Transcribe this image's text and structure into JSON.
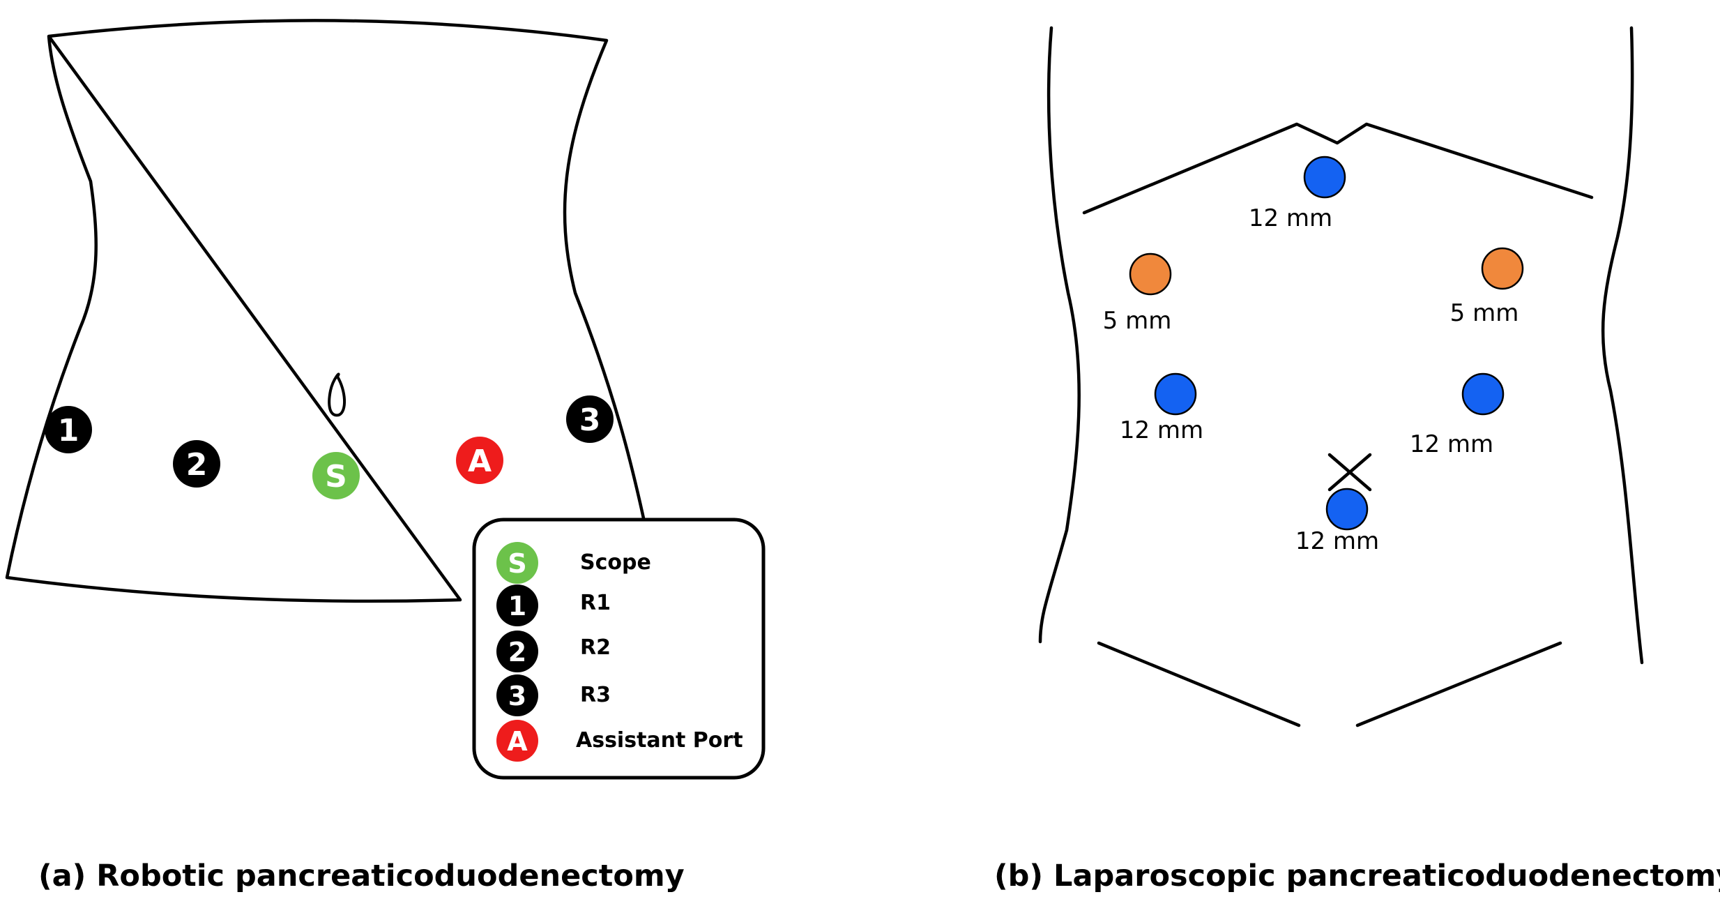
{
  "colors": {
    "scope": "#6cc24a",
    "robotic_arm": "#000000",
    "assistant": "#ee1c1c",
    "port_12mm": "#1462f2",
    "port_5mm": "#f0883c",
    "outline": "#000000"
  },
  "panel_a": {
    "caption": "(a) Robotic pancreaticoduodenectomy",
    "ports": {
      "r1": "1",
      "r2": "2",
      "r3": "3",
      "scope": "S",
      "assistant": "A"
    },
    "legend": [
      {
        "symbol": "S",
        "label": "Scope",
        "kind": "scope"
      },
      {
        "symbol": "1",
        "label": "R1",
        "kind": "robotic_arm"
      },
      {
        "symbol": "2",
        "label": "R2",
        "kind": "robotic_arm"
      },
      {
        "symbol": "3",
        "label": "R3",
        "kind": "robotic_arm"
      },
      {
        "symbol": "A",
        "label": "Assistant Port",
        "kind": "assistant"
      }
    ]
  },
  "panel_b": {
    "caption": "(b) Laparoscopic pancreaticoduodenectomy",
    "ports": [
      {
        "label": "12 mm",
        "size": "12mm"
      },
      {
        "label": "5 mm",
        "size": "5mm"
      },
      {
        "label": "5 mm",
        "size": "5mm"
      },
      {
        "label": "12 mm",
        "size": "12mm"
      },
      {
        "label": "12 mm",
        "size": "12mm"
      },
      {
        "label": "12 mm",
        "size": "12mm"
      }
    ]
  }
}
